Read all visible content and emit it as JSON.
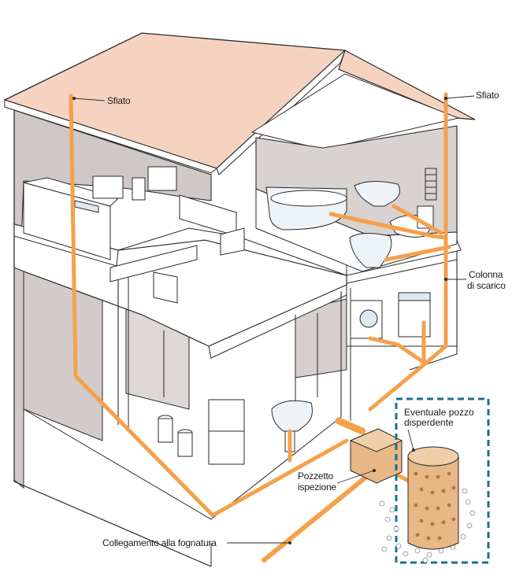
{
  "labels": {
    "vent_left": "Sfiato",
    "vent_right": "Sfiato",
    "stack_line1": "Colonna",
    "stack_line2": "di scarico",
    "soakaway_line1": "Eventuale pozzo",
    "soakaway_line2": "disperdente",
    "inspection_line1": "Pozzetto",
    "inspection_line2": "ispezione",
    "sewer": "Collegamento alla fognatura"
  },
  "colors": {
    "pipe": "#f5a04a",
    "roof": "#f6d3c1",
    "wall_shade": "#cfc8c6",
    "outline": "#2a2a2a",
    "dashed_box": "#1d6f8c",
    "tank": "#e7b785"
  }
}
